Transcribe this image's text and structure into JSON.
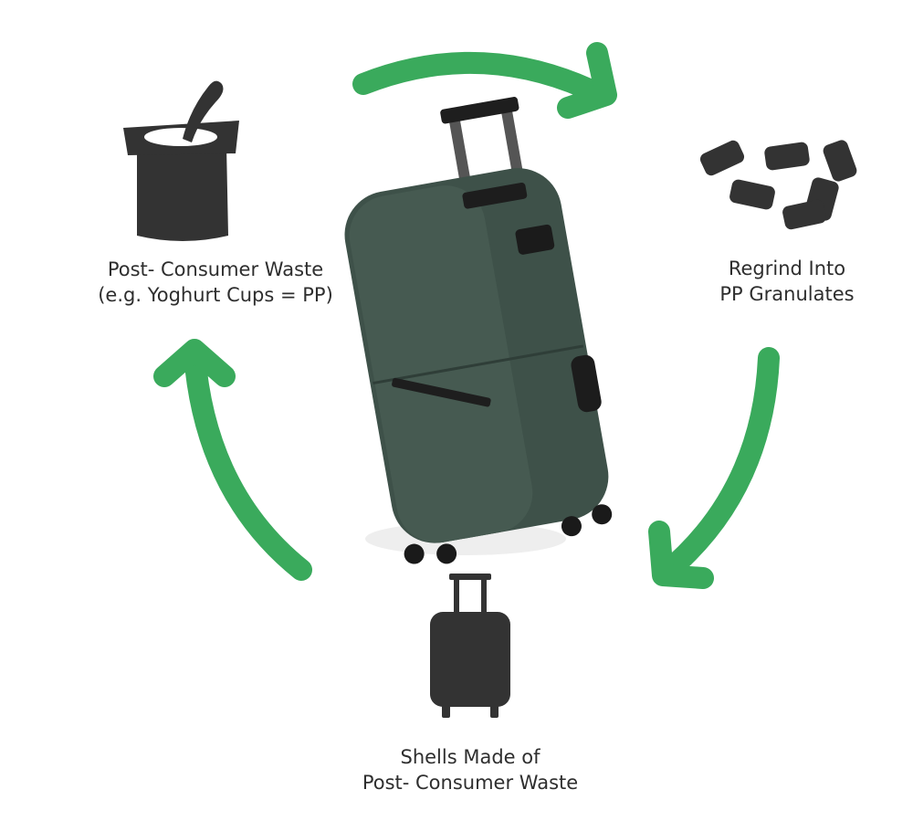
{
  "colors": {
    "arrow": "#3aaa5c",
    "icon": "#333333",
    "suitcase": "#3e5149"
  },
  "steps": [
    {
      "icon": "yoghurt-cup-icon",
      "line1": "Post- Consumer Waste",
      "line2": "(e.g. Yoghurt Cups = PP)"
    },
    {
      "icon": "granulates-icon",
      "line1": "Regrind Into",
      "line2": "PP Granulates"
    },
    {
      "icon": "suitcase-icon",
      "line1": "Shells Made of",
      "line2": "Post- Consumer Waste"
    }
  ]
}
